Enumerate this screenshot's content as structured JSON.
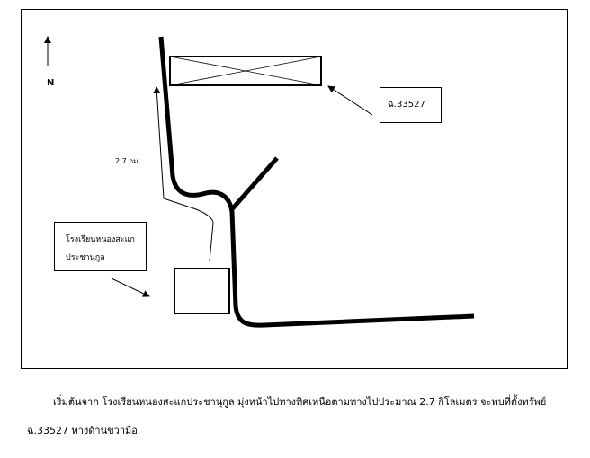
{
  "map": {
    "north_label": "N",
    "distance_label": "2.7 กม.",
    "deed_label": "ฉ.33527",
    "school_line1": "โรงเรียนหนองสะแก",
    "school_line2": "ประชานุกูล"
  },
  "caption": {
    "text": "เริ่มต้นจาก โรงเรียนหนองสะแกประชานุกูล มุ่งหน้าไปทางทิศเหนือตามทางไปประมาณ 2.7 กิโลเมตร จะพบที่ตั้งทรัพย์ ฉ.33527 ทางด้านขวามือ"
  },
  "colors": {
    "line": "#000000",
    "background": "#ffffff"
  }
}
